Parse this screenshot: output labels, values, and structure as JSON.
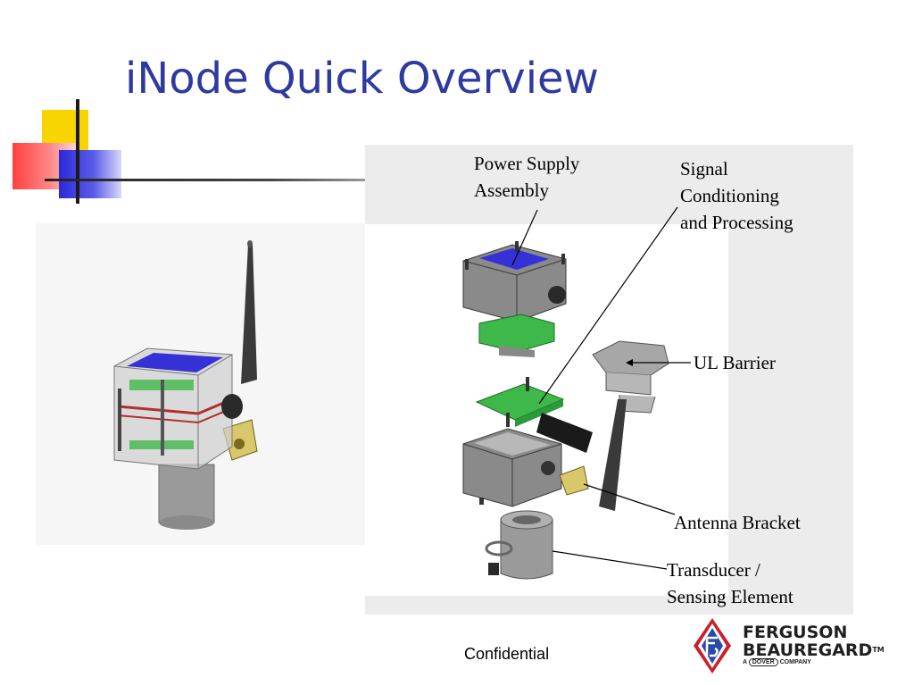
{
  "slide": {
    "title": "iNode Quick Overview",
    "footer": "Confidential"
  },
  "labels": {
    "power_supply": [
      "Power Supply",
      "Assembly"
    ],
    "signal_conditioning": [
      "Signal",
      "Conditioning",
      "and Processing"
    ],
    "ul_barrier": [
      "UL Barrier"
    ],
    "antenna_bracket": [
      "Antenna Bracket"
    ],
    "transducer": [
      "Transducer /",
      "Sensing Element"
    ]
  },
  "logo": {
    "line1": "FERGUSON",
    "line2": "BEAUREGARD",
    "tm": "TM",
    "sub_prefix": "A",
    "sub_brand": "DOVER",
    "sub_suffix": "COMPANY"
  },
  "colors": {
    "title": "#2f3aa0",
    "accent_yellow": "#f8d400",
    "accent_red": "#ff4040",
    "accent_blue": "#2c2ad8",
    "pcb_green": "#2fb84a",
    "panel_blue": "#3432d6",
    "logo_red": "#c8202c",
    "logo_blue": "#2a4aa8"
  }
}
